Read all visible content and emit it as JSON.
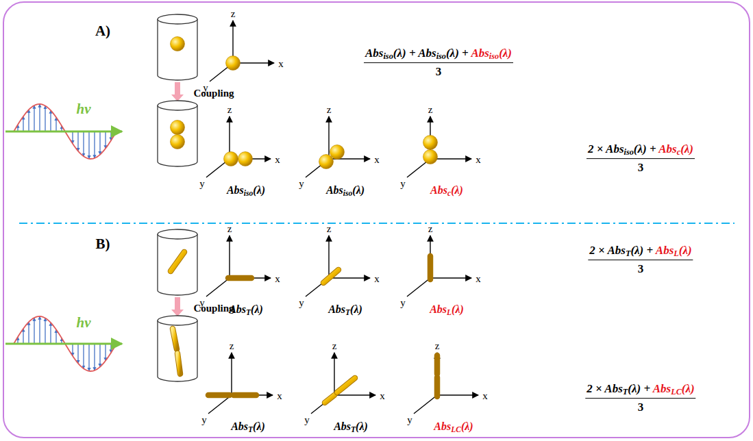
{
  "diagram": {
    "labels": [
      "A)",
      "hν",
      "Coupling",
      "z",
      "x",
      "y",
      "Absiso(λ) + Absiso(λ) + Absiso(λ)",
      "3",
      "z",
      "x",
      "y",
      "Absiso(λ)",
      "z",
      "x",
      "y",
      "Absiso(λ)",
      "z",
      "x",
      "y",
      "Absc(λ)",
      "2 × Absiso(λ) + Absc(λ)",
      "3",
      "B)",
      "hν",
      "Coupling",
      "z",
      "x",
      "y",
      "AbsT(λ)",
      "z",
      "x",
      "y",
      "AbsT(λ)",
      "z",
      "x",
      "y",
      "AbsL(λ)",
      "2 × AbsT(λ) + AbsL(λ)",
      "3",
      "z",
      "x",
      "y",
      "AbsT(λ)",
      "z",
      "x",
      "y",
      "AbsT(λ)",
      "z",
      "x",
      "y",
      "AbsLC(λ)",
      "2 × AbsT(λ) + AbsLC(λ)",
      "3"
    ]
  }
}
